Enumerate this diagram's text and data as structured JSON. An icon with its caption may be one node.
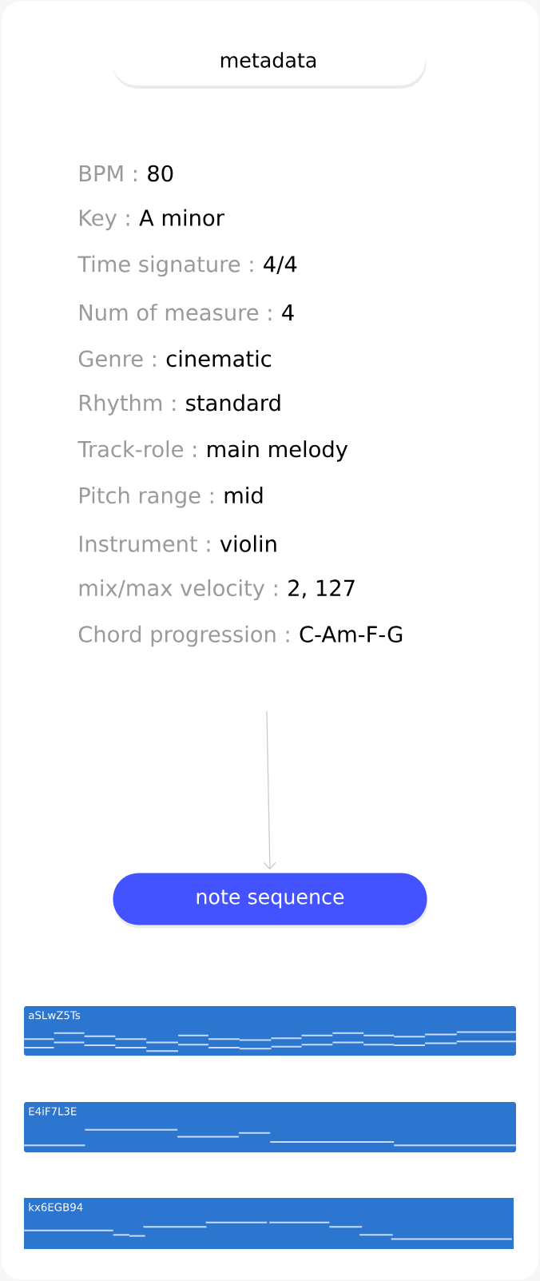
{
  "diagram": {
    "nodes": [
      {
        "text": [
          "metadata"
        ]
      },
      {
        "text": [
          "note sequence"
        ]
      }
    ],
    "edges": [
      {
        "from": null,
        "to": 1,
        "arrow": "to"
      }
    ],
    "labels": [
      "BPM :",
      "80",
      "Key :",
      "A minor",
      "Time signature :",
      "4/4",
      "Num of measure :",
      "4",
      "Genre :",
      "cinematic",
      "Rhythm :",
      "standard",
      "Track-role :",
      "main melody",
      "Pitch range :",
      "mid",
      "Instrument :",
      "violin",
      "mix/max velocity :",
      "2, 127",
      "Chord progression :",
      "C-Am-F-G",
      "aSLwZ5Ts",
      "E4iF7L3E",
      "kx6EGB94"
    ]
  }
}
